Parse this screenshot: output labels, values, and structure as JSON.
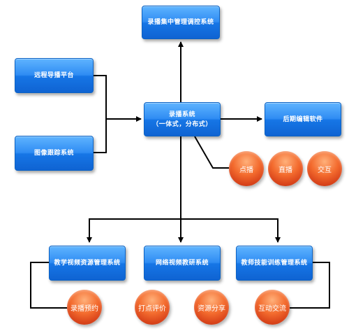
{
  "nodes": {
    "central": "录播集中管理调控系统",
    "remote": "远程导播平台",
    "tracking": "图像跟踪系统",
    "recording": "录播系统\n（一体式，分布式）",
    "postedit": "后期编辑软件",
    "resource": "教学视频资源管理系统",
    "research": "网络视频教研系统",
    "training": "教师技能训练管理系统"
  },
  "circles": {
    "ondemand": "点播",
    "live": "直播",
    "interact": "交互",
    "reserve": "录播预约",
    "rating": "打点评价",
    "share": "资源分享",
    "exchange": "互动交流"
  },
  "colors": {
    "box_blue": "#1f7fe8",
    "circle_orange": "#e8541f",
    "line": "#000000"
  }
}
